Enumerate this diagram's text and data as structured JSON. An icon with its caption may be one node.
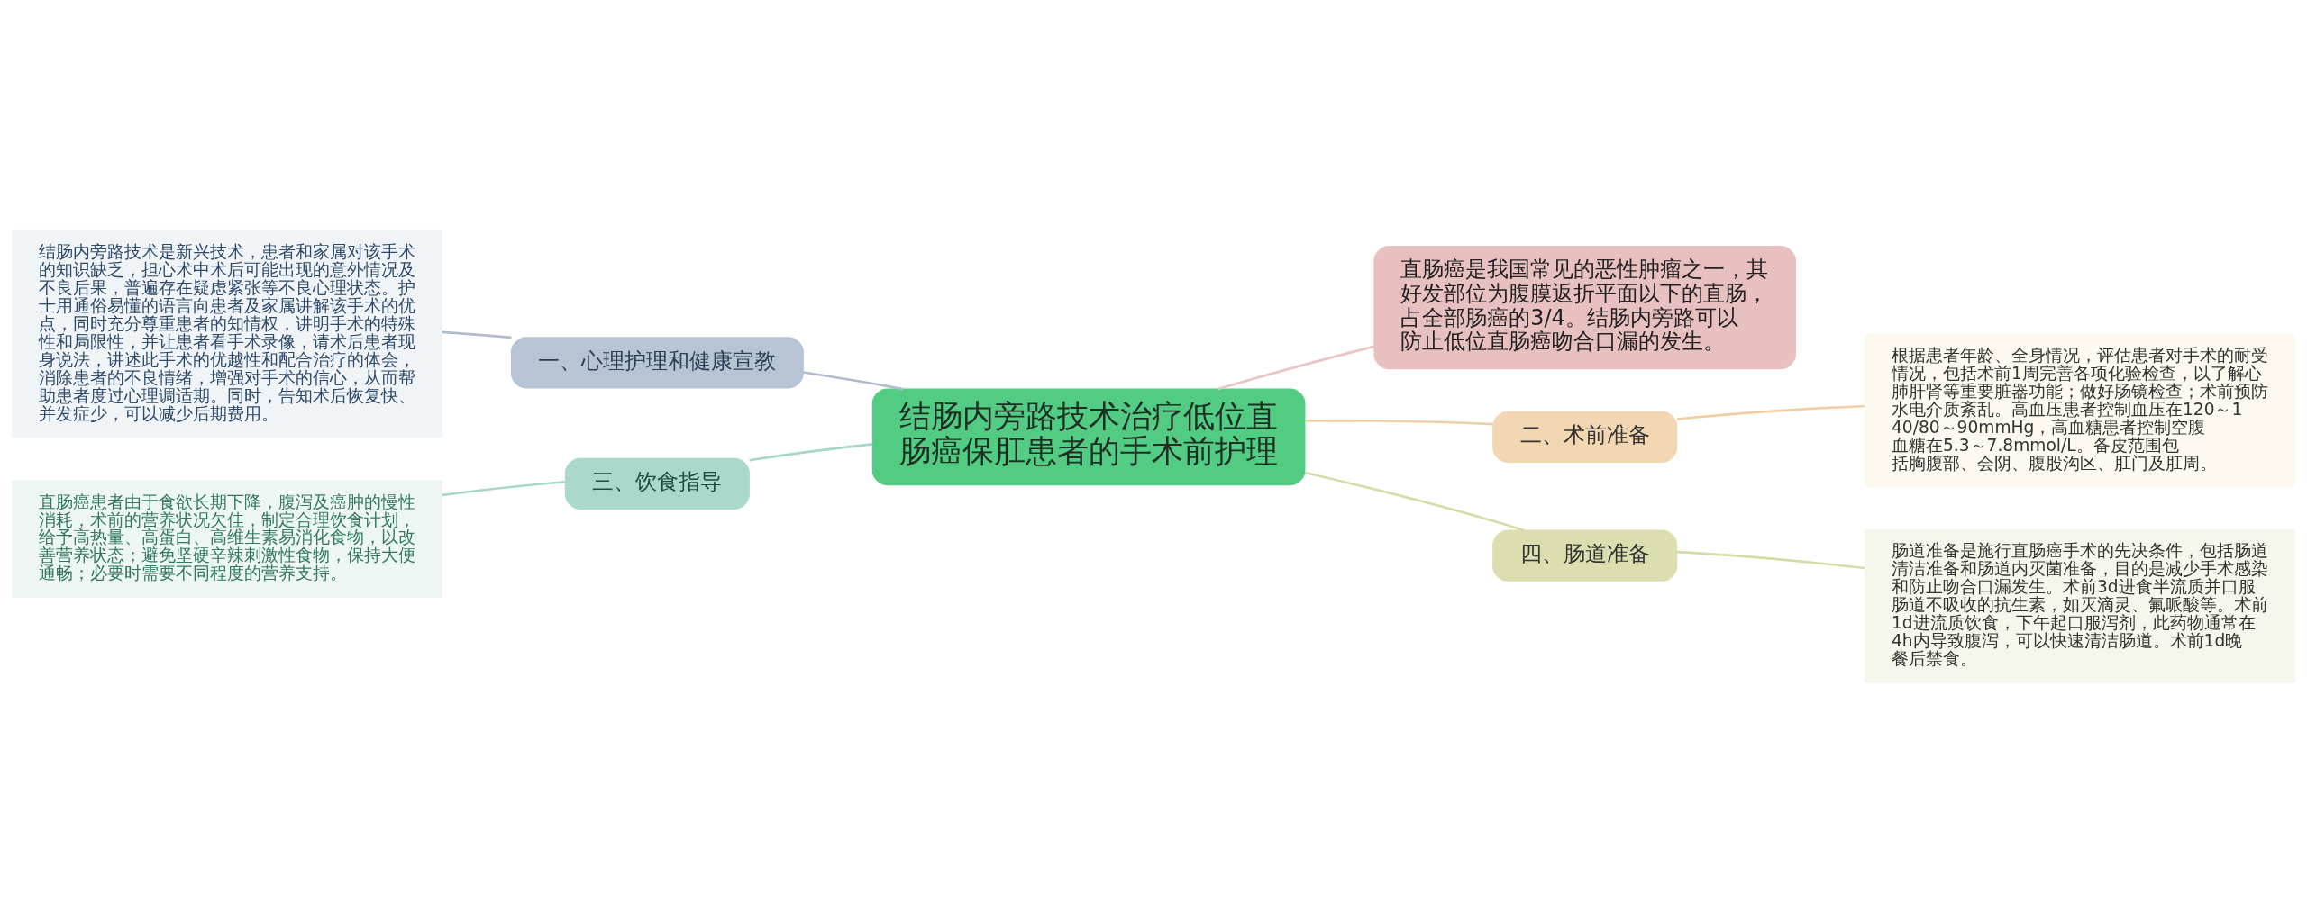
{
  "diagram": {
    "nodes": [
      {
        "text": [
          "结肠内旁路技术治疗低位直肠癌保肛患者的手术前护理"
        ]
      },
      {
        "text": [
          "直肠癌是我国常见的恶性肿瘤之一，其好发部位为腹膜返折平面以下的直肠，占全部肠癌的3/4。结肠内旁路可以防止低位直肠癌吻合口漏的发生。"
        ]
      },
      {
        "text": [
          "二、术前准备"
        ]
      },
      {
        "text": [
          "根据患者年龄、全身情况，评估患者对手术的耐受情况，包括术前1周完善各项化验检查，以了解心肺肝肾等重要脏器功能；做好肠镜检查；术前预防水电介质紊乱。高血压患者控制血压在120～140/80～90mmHg，高血糖患者控制空腹血糖在5.3～7.8mmol/L。备皮范围包括胸腹部、会阴、腹股沟区、肛门及肛周。"
        ]
      },
      {
        "text": [
          "四、肠道准备"
        ]
      },
      {
        "text": [
          "肠道准备是施行直肠癌手术的先决条件，包括肠道清洁准备和肠道内灭菌准备，目的是减少手术感染和防止吻合口漏发生。术前3d进食半流质并口服肠道不吸收的抗生素，如灭滴灵、氟哌酸等。术前1d进流质饮食，下午起口服泻剂，此药物通常在4h内导致腹泻，可以快速清洁肠道。术前1d晚餐后禁食。"
        ]
      },
      {
        "text": [
          "一、心理护理和健康宣教"
        ]
      },
      {
        "text": [
          "结肠内旁路技术是新兴技术，患者和家属对该手术的知识缺乏，担心术中术后可能出现的意外情况及不良后果，普遍存在疑虑紧张等不良心理状态。护士用通俗易懂的语言向患者及家属讲解该手术的优点，同时充分尊重患者的知情权，讲明手术的特殊性和局限性，并让患者看手术录像，请术后患者现身说法，讲述此手术的优越性和配合治疗的体会，消除患者的不良情绪，增强对手术的信心，从而帮助患者度过心理调适期。同时，告知术后恢复快、并发症少，可以减少后期费用。"
        ]
      },
      {
        "text": [
          "三、饮食指导"
        ]
      },
      {
        "text": [
          "直肠癌患者由于食欲长期下降，腹泻及癌肿的慢性消耗，术前的营养状况欠佳，制定合理饮食计划，给予高热量、高蛋白、高维生素易消化食物，以改善营养状态；避免坚硬辛辣刺激性食物，保持大便通畅；必要时需要不同程度的营养支持。"
        ]
      }
    ],
    "edges": [
      {
        "from": 0,
        "to": 1,
        "arrow": "none",
        "color": "#e8c4c4"
      },
      {
        "from": 0,
        "to": 2,
        "arrow": "none",
        "color": "#f0cfa6"
      },
      {
        "from": 2,
        "to": 3,
        "arrow": "none",
        "color": "#f0cfa6"
      },
      {
        "from": 0,
        "to": 4,
        "arrow": "none",
        "color": "#d6dba8"
      },
      {
        "from": 4,
        "to": 5,
        "arrow": "none",
        "color": "#d6dba8"
      },
      {
        "from": 0,
        "to": 6,
        "arrow": "none",
        "color": "#aebccd"
      },
      {
        "from": 6,
        "to": 7,
        "arrow": "none",
        "color": "#aebccd"
      },
      {
        "from": 0,
        "to": 8,
        "arrow": "none",
        "color": "#a8d6ca"
      },
      {
        "from": 8,
        "to": 9,
        "arrow": "none",
        "color": "#a8d6ca"
      }
    ]
  }
}
